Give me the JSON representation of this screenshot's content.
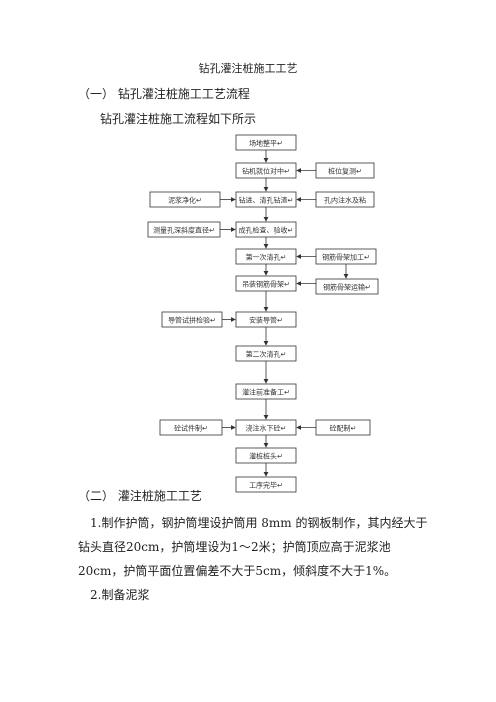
{
  "doc_title": "钻孔灌注桩施工工艺",
  "section1_heading": "（一） 钻孔灌注桩施工工艺流程",
  "flow_intro": "钻孔灌注桩施工流程如下所示",
  "flowchart": {
    "main": [
      "场地整平↵",
      "钻机就位对中↵",
      "钻进、清孔钻渣↵",
      "成孔检查、验收↵",
      "第一次清孔↵",
      "吊装钢筋骨架↵",
      "安装导管↵",
      "第二次清孔↵",
      "灌注前准备工↵",
      "浇注水下砼↵",
      "灌桩桩头↵",
      "工序完毕↵"
    ],
    "left": [
      "泥浆净化↵",
      "测量孔深斜度直径↵",
      "导管试拼检验↵",
      "砼试件制↵"
    ],
    "right": [
      "桩位复测↵",
      "孔内注水及粘",
      "钢筋骨架加工↵",
      "钢筋骨架运输↵",
      "砼配制↵"
    ]
  },
  "section2_heading": "（二） 灌注桩施工工艺",
  "para1": "1.制作护筒，钢护筒埋设护筒用 8mm 的钢板制作，其内经大于钻头直径20cm，护筒埋设为1～2米；护筒顶应高于泥浆池20cm，护筒平面位置偏差不大于5cm，倾斜度不大于1%。",
  "para2": "2.制备泥浆"
}
